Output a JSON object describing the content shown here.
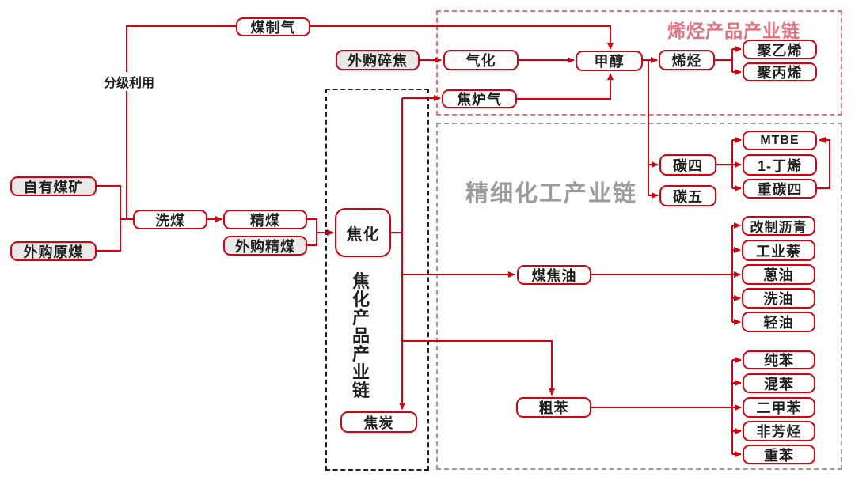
{
  "colors": {
    "line_red": "#d7000f",
    "pink_accent": "#e4717e",
    "gray_text": "#9c9c9c",
    "box_gray_fill": "#e9e9e9",
    "black_dash": "#1f1f1f"
  },
  "groups": {
    "olefin_chain_title": "烯烃产品产业链",
    "fine_chemical_chain_title": "精细化工产业链",
    "coking_chain_title": "焦化产品产业链"
  },
  "labels": {
    "graded_use": "分级利用"
  },
  "nodes": {
    "coal_to_gas": "煤制气",
    "own_coal_mine": "自有煤矿",
    "purchased_raw_coal": "外购原煤",
    "coal_washing": "洗煤",
    "refined_coal": "精煤",
    "purchased_refined_coal": "外购精煤",
    "purchased_crushed_coke": "外购碎焦",
    "gasification": "气化",
    "coke_oven_gas": "焦炉气",
    "methanol": "甲醇",
    "olefins": "烯烃",
    "polyethylene": "聚乙烯",
    "polypropylene": "聚丙烯",
    "c4": "碳四",
    "c5": "碳五",
    "mtbe": "MTBE",
    "butene_1": "1-丁烯",
    "heavy_c4": "重碳四",
    "coking": "焦化",
    "coke": "焦炭",
    "coal_tar": "煤焦油",
    "modified_asphalt": "改制沥青",
    "industrial_naphthalene": "工业萘",
    "anthracene_oil": "蒽油",
    "wash_oil": "洗油",
    "light_oil": "轻油",
    "crude_benzene": "粗苯",
    "pure_benzene": "纯苯",
    "mixed_benzene": "混苯",
    "xylene": "二甲苯",
    "non_aromatics": "非芳烃",
    "heavy_benzene": "重苯"
  }
}
